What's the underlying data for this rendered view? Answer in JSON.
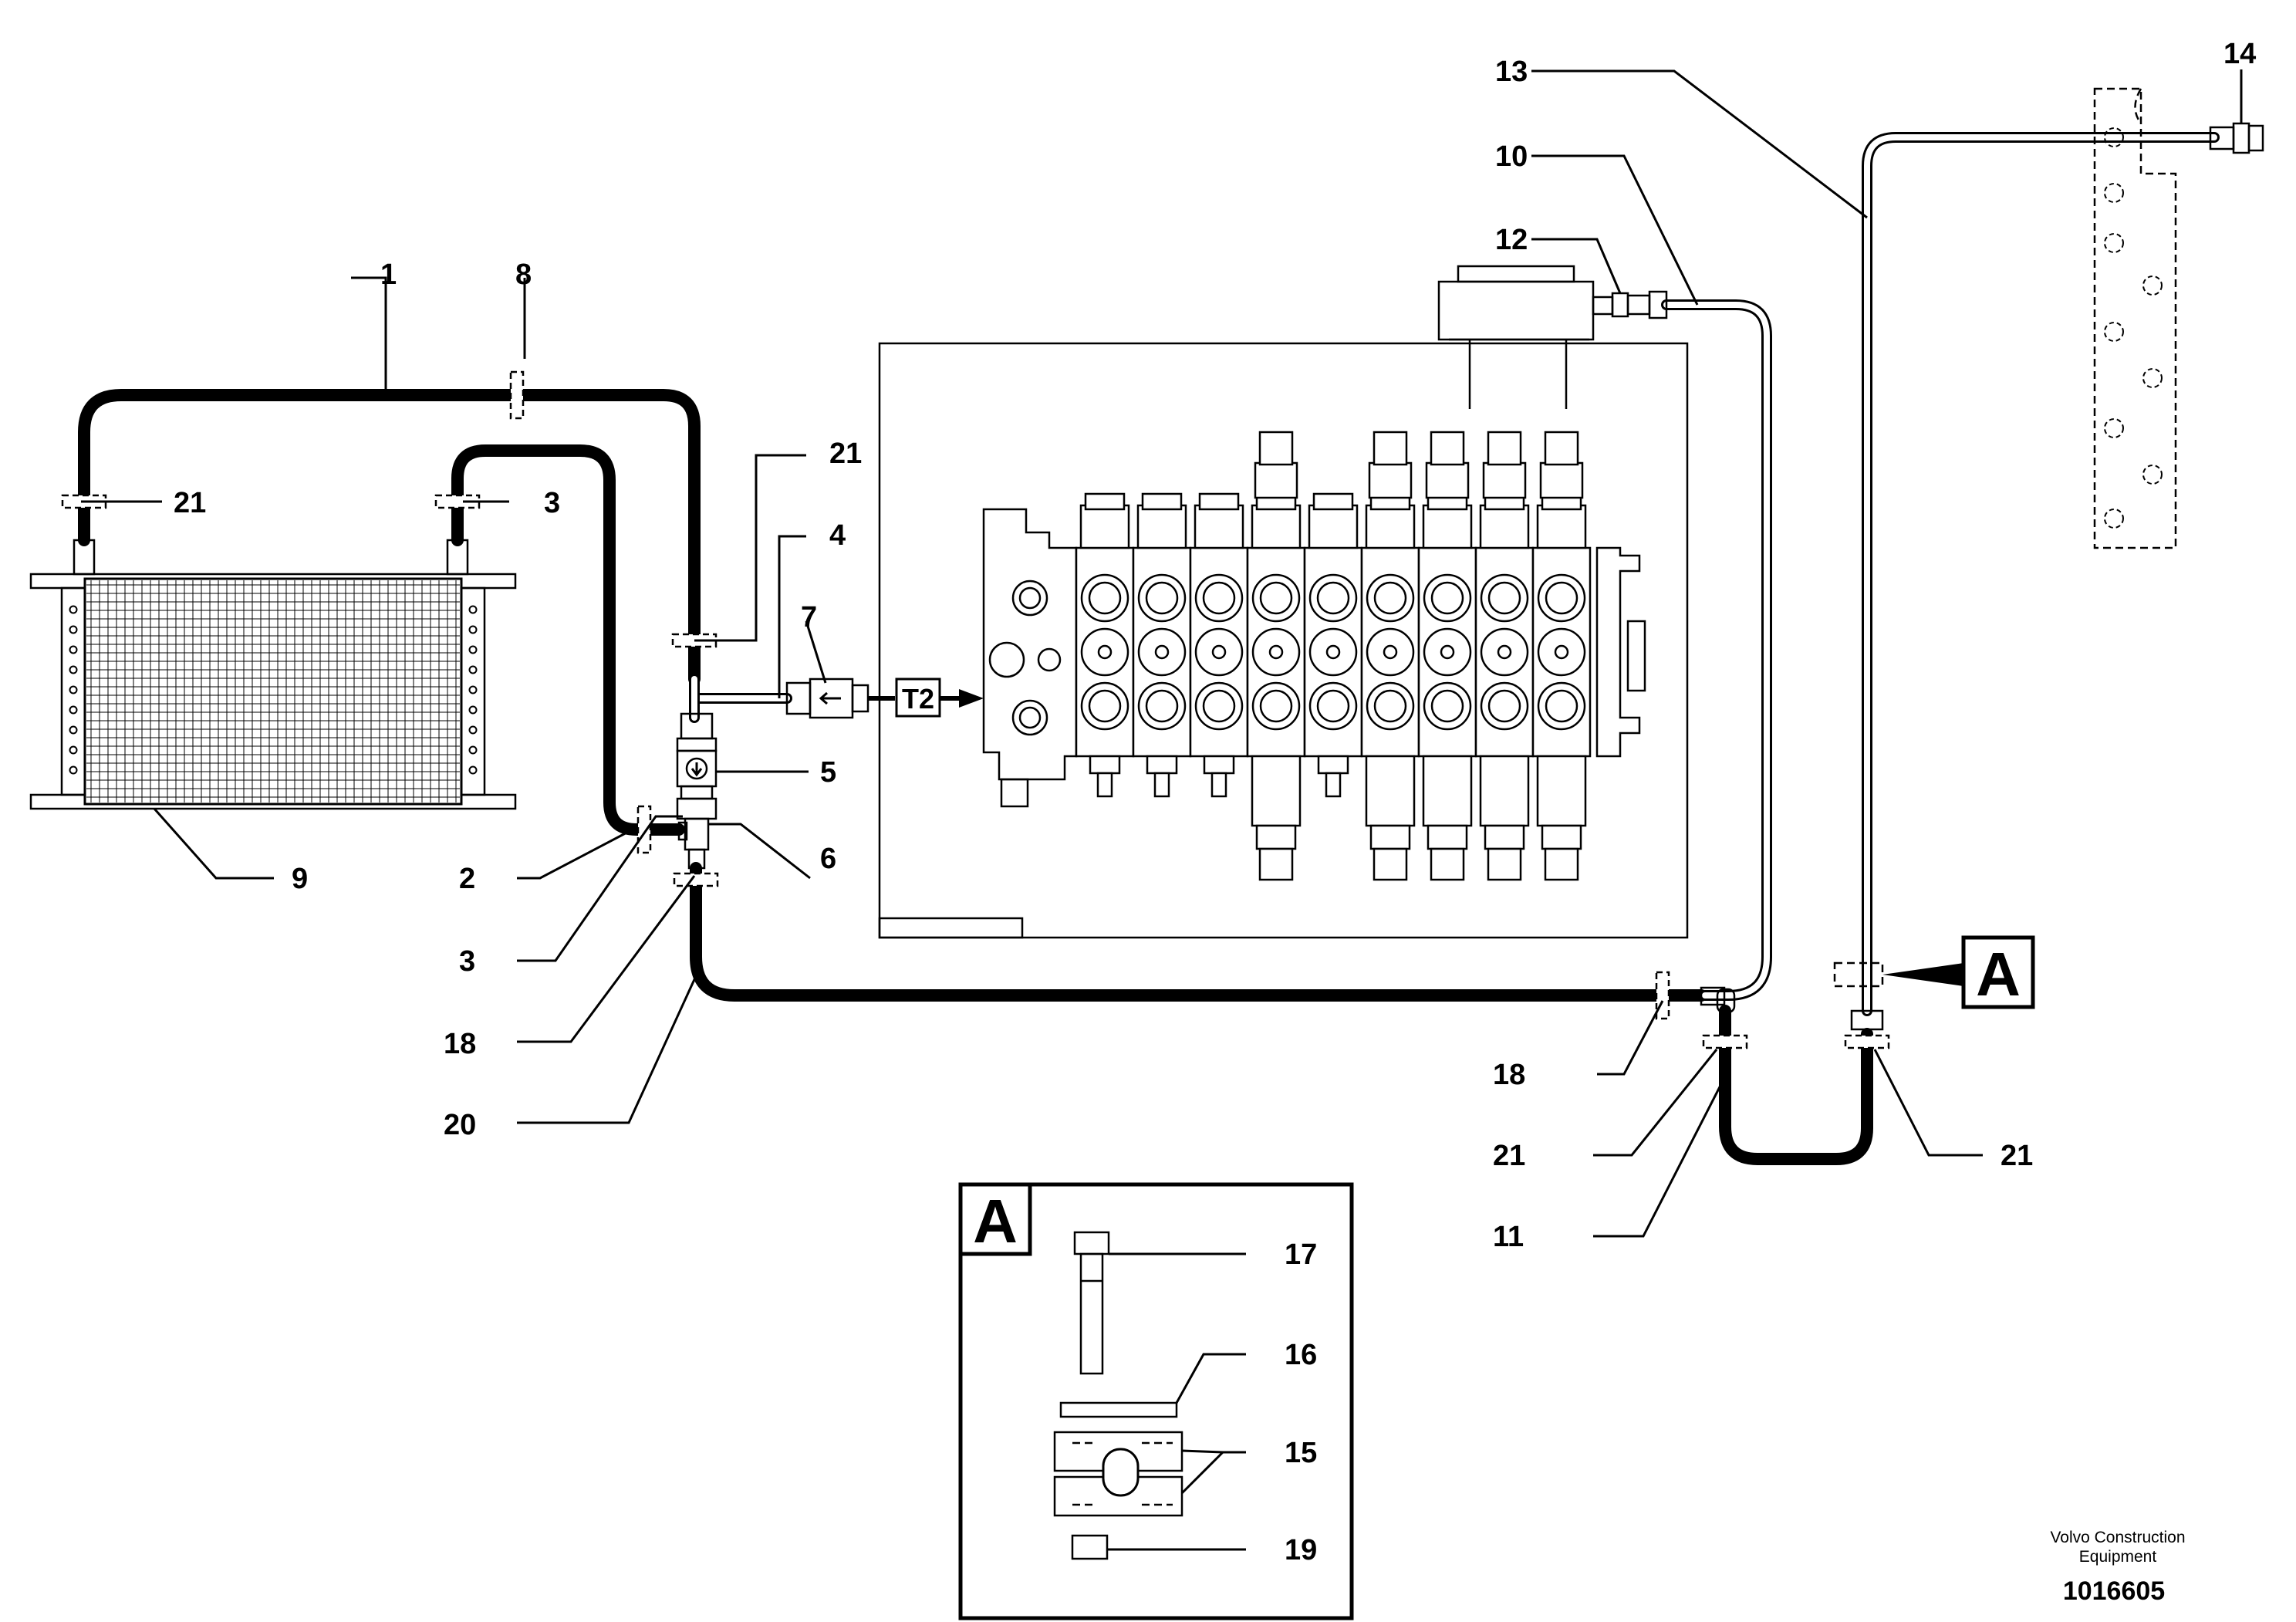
{
  "diagram": {
    "callouts": {
      "c1": "1",
      "c2": "2",
      "c3a": "3",
      "c3b": "3",
      "c4": "4",
      "c5": "5",
      "c6": "6",
      "c7": "7",
      "c8": "8",
      "c9": "9",
      "c10": "10",
      "c11": "11",
      "c12": "12",
      "c13": "13",
      "c14": "14",
      "c15": "15",
      "c16": "16",
      "c17": "17",
      "c18a": "18",
      "c18b": "18",
      "c19": "19",
      "c20": "20",
      "c21a": "21",
      "c21b": "21",
      "c21c": "21",
      "c21d": "21"
    },
    "port_tag": "T2",
    "detail_ref": "A",
    "detail_title": "A",
    "footer": {
      "brand_line1": "Volvo Construction",
      "brand_line2": "Equipment",
      "drawing_number": "1016605"
    }
  }
}
